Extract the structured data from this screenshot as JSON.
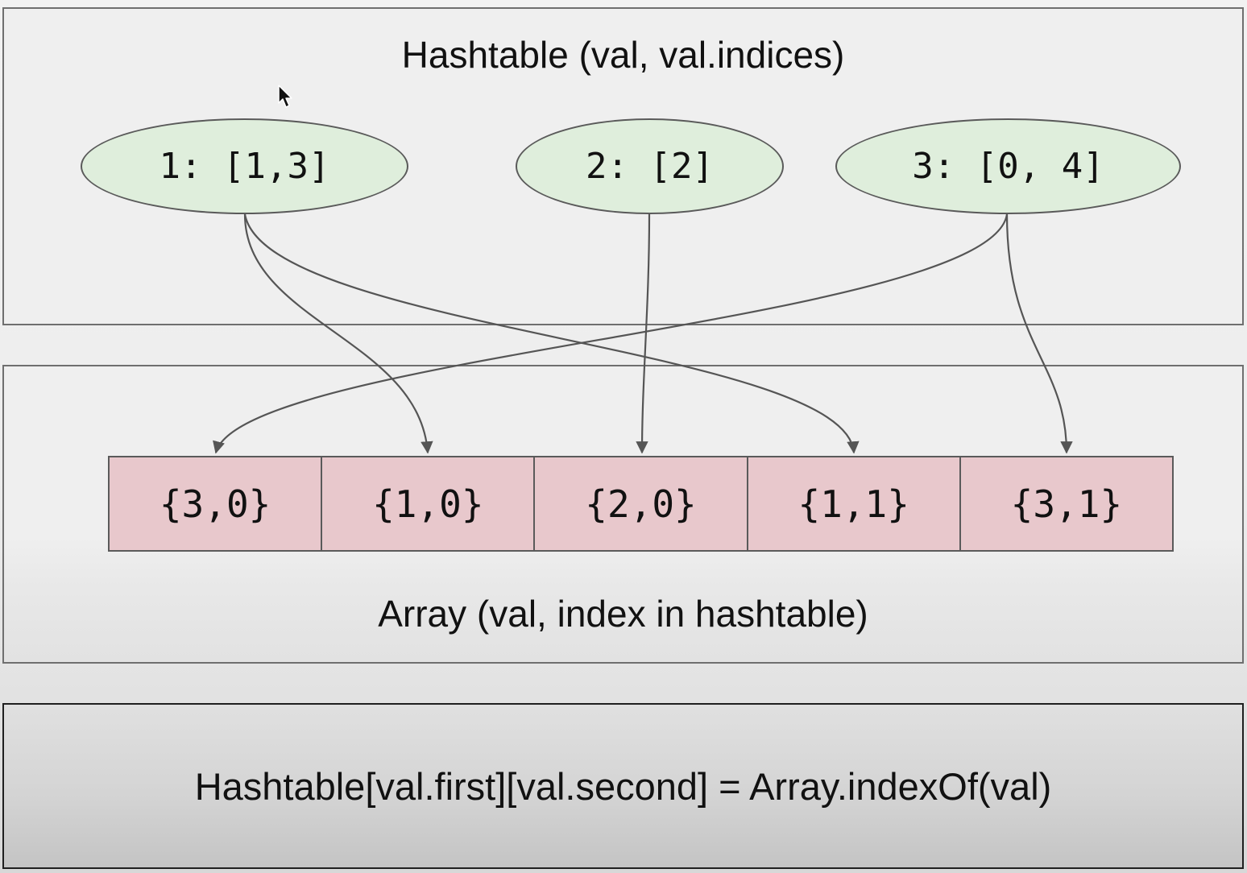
{
  "hashtable": {
    "title": "Hashtable (val, val.indices)",
    "nodes": [
      {
        "label": "1: [1,3]"
      },
      {
        "label": "2: [2]"
      },
      {
        "label": "3: [0, 4]"
      }
    ]
  },
  "array": {
    "title": "Array (val, index in hashtable)",
    "cells": [
      "{3,0}",
      "{1,0}",
      "{2,0}",
      "{1,1}",
      "{3,1}"
    ]
  },
  "formula": {
    "text": "Hashtable[val.first][val.second] = Array.indexOf(val)"
  },
  "colors": {
    "hash_node_fill": "#dfeedc",
    "array_cell_fill": "#e8c8cc",
    "arrow_stroke": "#555555"
  },
  "icons": {
    "cursor": "mouse-pointer-icon"
  }
}
